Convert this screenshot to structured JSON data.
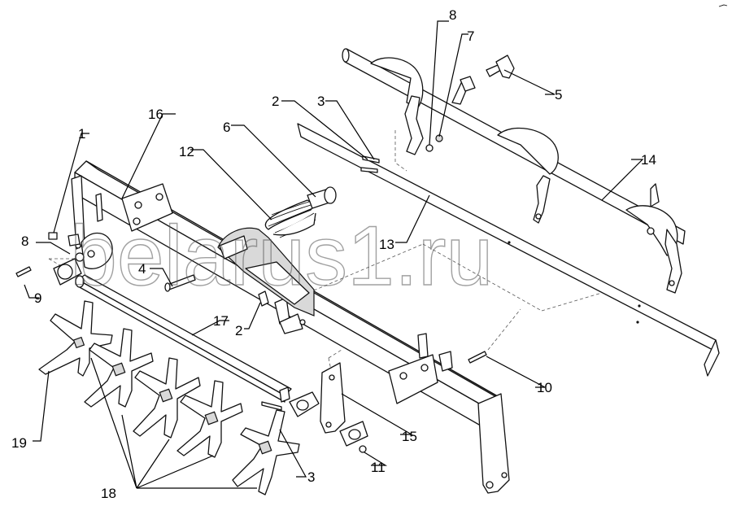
{
  "watermark": "belarus1.ru",
  "callouts": [
    {
      "label": "1"
    },
    {
      "label": "2"
    },
    {
      "label": "2"
    },
    {
      "label": "3"
    },
    {
      "label": "3"
    },
    {
      "label": "4"
    },
    {
      "label": "5"
    },
    {
      "label": "6"
    },
    {
      "label": "7"
    },
    {
      "label": "8"
    },
    {
      "label": "8"
    },
    {
      "label": "9"
    },
    {
      "label": "10"
    },
    {
      "label": "11"
    },
    {
      "label": "12"
    },
    {
      "label": "13"
    },
    {
      "label": "14"
    },
    {
      "label": "15"
    },
    {
      "label": "16"
    },
    {
      "label": "17"
    },
    {
      "label": "18"
    },
    {
      "label": "19"
    }
  ]
}
